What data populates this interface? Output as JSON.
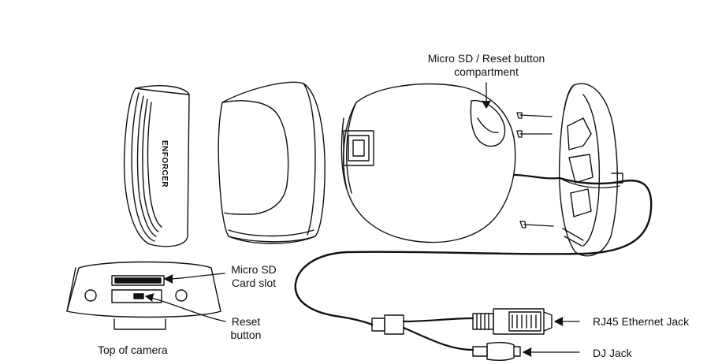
{
  "diagram": {
    "brand_text": "ENFORCER",
    "labels": {
      "sd_compartment_line1": "Micro SD / Reset button",
      "sd_compartment_line2": "compartment",
      "sd_slot_line1": "Micro SD",
      "sd_slot_line2": "Card slot",
      "reset_line1": "Reset",
      "reset_line2": "button",
      "top_of_camera": "Top of camera",
      "rj45": "RJ45 Ethernet Jack",
      "dc_jack": "DJ Jack"
    }
  },
  "colors": {
    "stroke": "#111111",
    "background": "#ffffff"
  }
}
